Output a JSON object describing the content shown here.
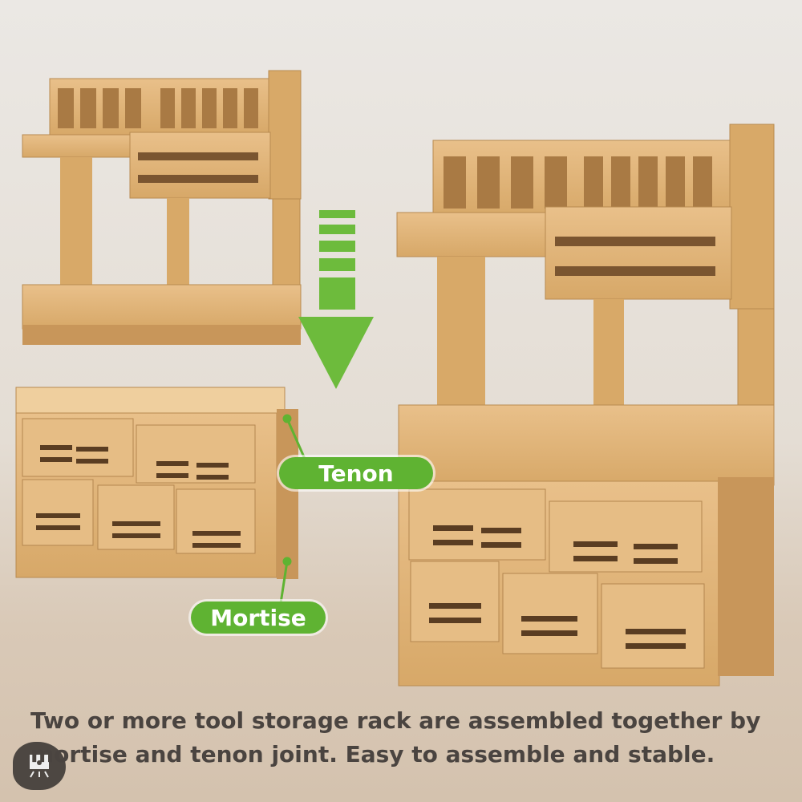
{
  "labels": {
    "tenon": "Tenon",
    "mortise": "Mortise"
  },
  "caption": {
    "line1": "Two or more tool storage rack are assembled together by",
    "line2": "mortise and tenon joint. Easy to assemble and stable."
  },
  "colors": {
    "wood": "#e2b57a",
    "wood_dark": "#c2925a",
    "accent_green": "#5fb332",
    "text": "#4a4440"
  },
  "icons": {
    "arrow": "arrow-down-icon",
    "badge": "easel-icon"
  }
}
